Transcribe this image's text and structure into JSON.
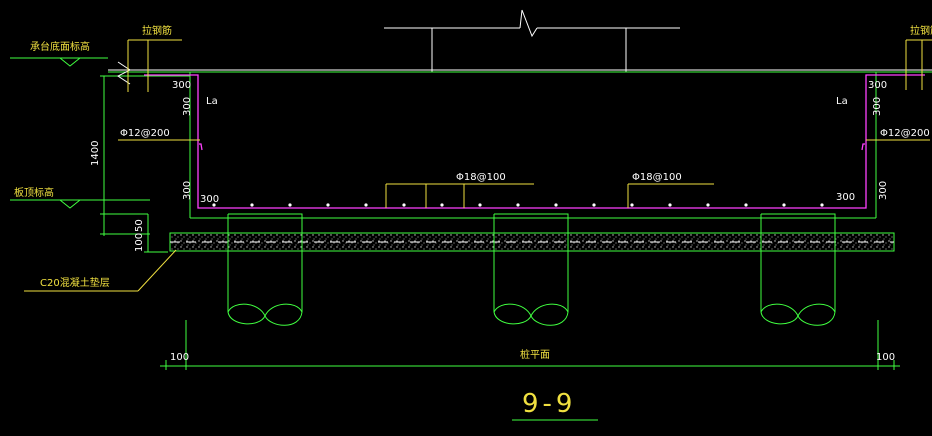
{
  "title": "9-9",
  "labels": {
    "pile_cap_bottom_elevation": "承台底面标高",
    "slab_top_elevation": "板顶标高",
    "tie_bar_left": "拉钢筋",
    "tie_bar_right": "拉钢筋",
    "bedding_layer": "C20混凝土垫层",
    "pile_plan": "桩平面",
    "lap_left": "La",
    "lap_right": "La"
  },
  "dimensions": {
    "height_1400": "1400",
    "bend_300_top_left": "300",
    "bend_300_top_right": "300",
    "bend_300_side_left_top": "300",
    "bend_300_side_right_top": "300",
    "bend_300_side_left_bottom": "300",
    "bend_300_side_right_bottom": "300",
    "bend_300_bottom_left": "300",
    "bend_300_bottom_right": "300",
    "cover_50": "50",
    "bedding_100": "100",
    "edge_100_left": "100",
    "edge_100_right": "100"
  },
  "rebar": {
    "side_left": "Φ12@200",
    "side_right": "Φ12@200",
    "bottom_1": "Φ18@100",
    "bottom_2": "Φ18@100"
  },
  "colors": {
    "background": "#000000",
    "line_white": "#ffffff",
    "line_green": "#40ff40",
    "rebar_magenta": "#ff40ff",
    "text_yellow": "#f0e040",
    "dim_blue": "#80a0ff"
  }
}
